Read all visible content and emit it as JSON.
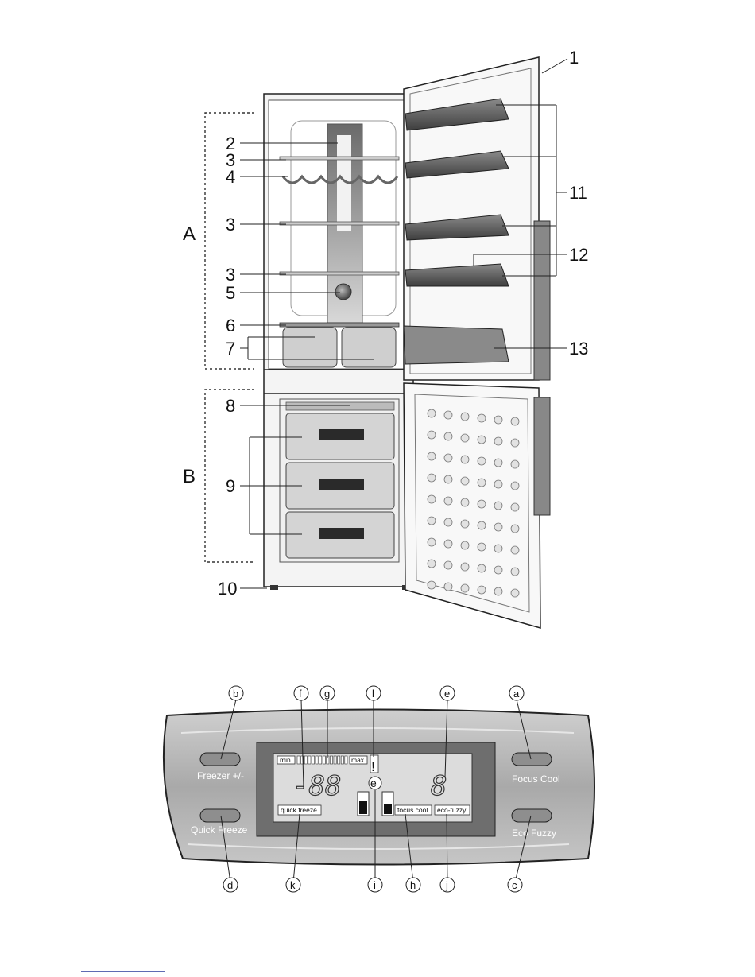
{
  "fridge": {
    "sections": [
      "A",
      "B"
    ],
    "callouts": [
      "1",
      "2",
      "3",
      "3",
      "4",
      "3",
      "3",
      "5",
      "6",
      "7",
      "8",
      "9",
      "10",
      "11",
      "12",
      "13"
    ]
  },
  "panel": {
    "top_markers": [
      "b",
      "f",
      "g",
      "l",
      "e",
      "a"
    ],
    "bottom_markers": [
      "d",
      "k",
      "i",
      "h",
      "j",
      "c"
    ],
    "buttons": {
      "freezer": "Freezer +/-",
      "quick_freeze": "Quick Freeze",
      "focus_cool": "Focus Cool",
      "eco_fuzzy": "Eco Fuzzy"
    },
    "lcd": {
      "min": "min",
      "max": "max",
      "freezer_digits": "-88",
      "fridge_digit": "8",
      "quick_freeze": "quick freeze",
      "focus_cool": "focus cool",
      "eco_fuzzy": "eco-fuzzy",
      "alarm": "!",
      "eco": "e"
    }
  },
  "colors": {
    "panel_body": "#b9b9b9",
    "lcd_frame": "#6e6e6e",
    "lcd_screen": "#dcdcdc",
    "button": "#8e8e8e"
  }
}
